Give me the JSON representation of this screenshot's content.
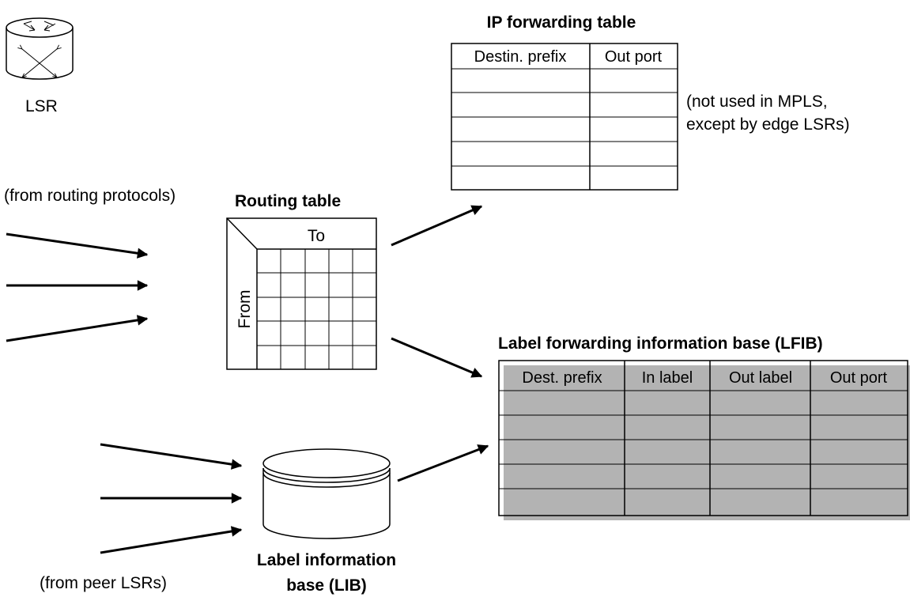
{
  "router": {
    "label": "LSR",
    "icon": "router-icon"
  },
  "ip_table": {
    "title": "IP forwarding table",
    "columns": [
      "Destin. prefix",
      "Out port"
    ],
    "empty_rows": 5,
    "note_line1": "(not used in MPLS,",
    "note_line2": "except by edge LSRs)"
  },
  "routing_table": {
    "title": "Routing table",
    "to_label": "To",
    "from_label": "From",
    "source_label": "(from routing protocols)"
  },
  "lfib": {
    "title": "Label forwarding information base (LFIB)",
    "columns": [
      "Dest. prefix",
      "In label",
      "Out label",
      "Out port"
    ],
    "empty_rows": 5
  },
  "lib": {
    "title_line1": "Label information",
    "title_line2": "base (LIB)",
    "source_label": "(from peer LSRs)"
  }
}
